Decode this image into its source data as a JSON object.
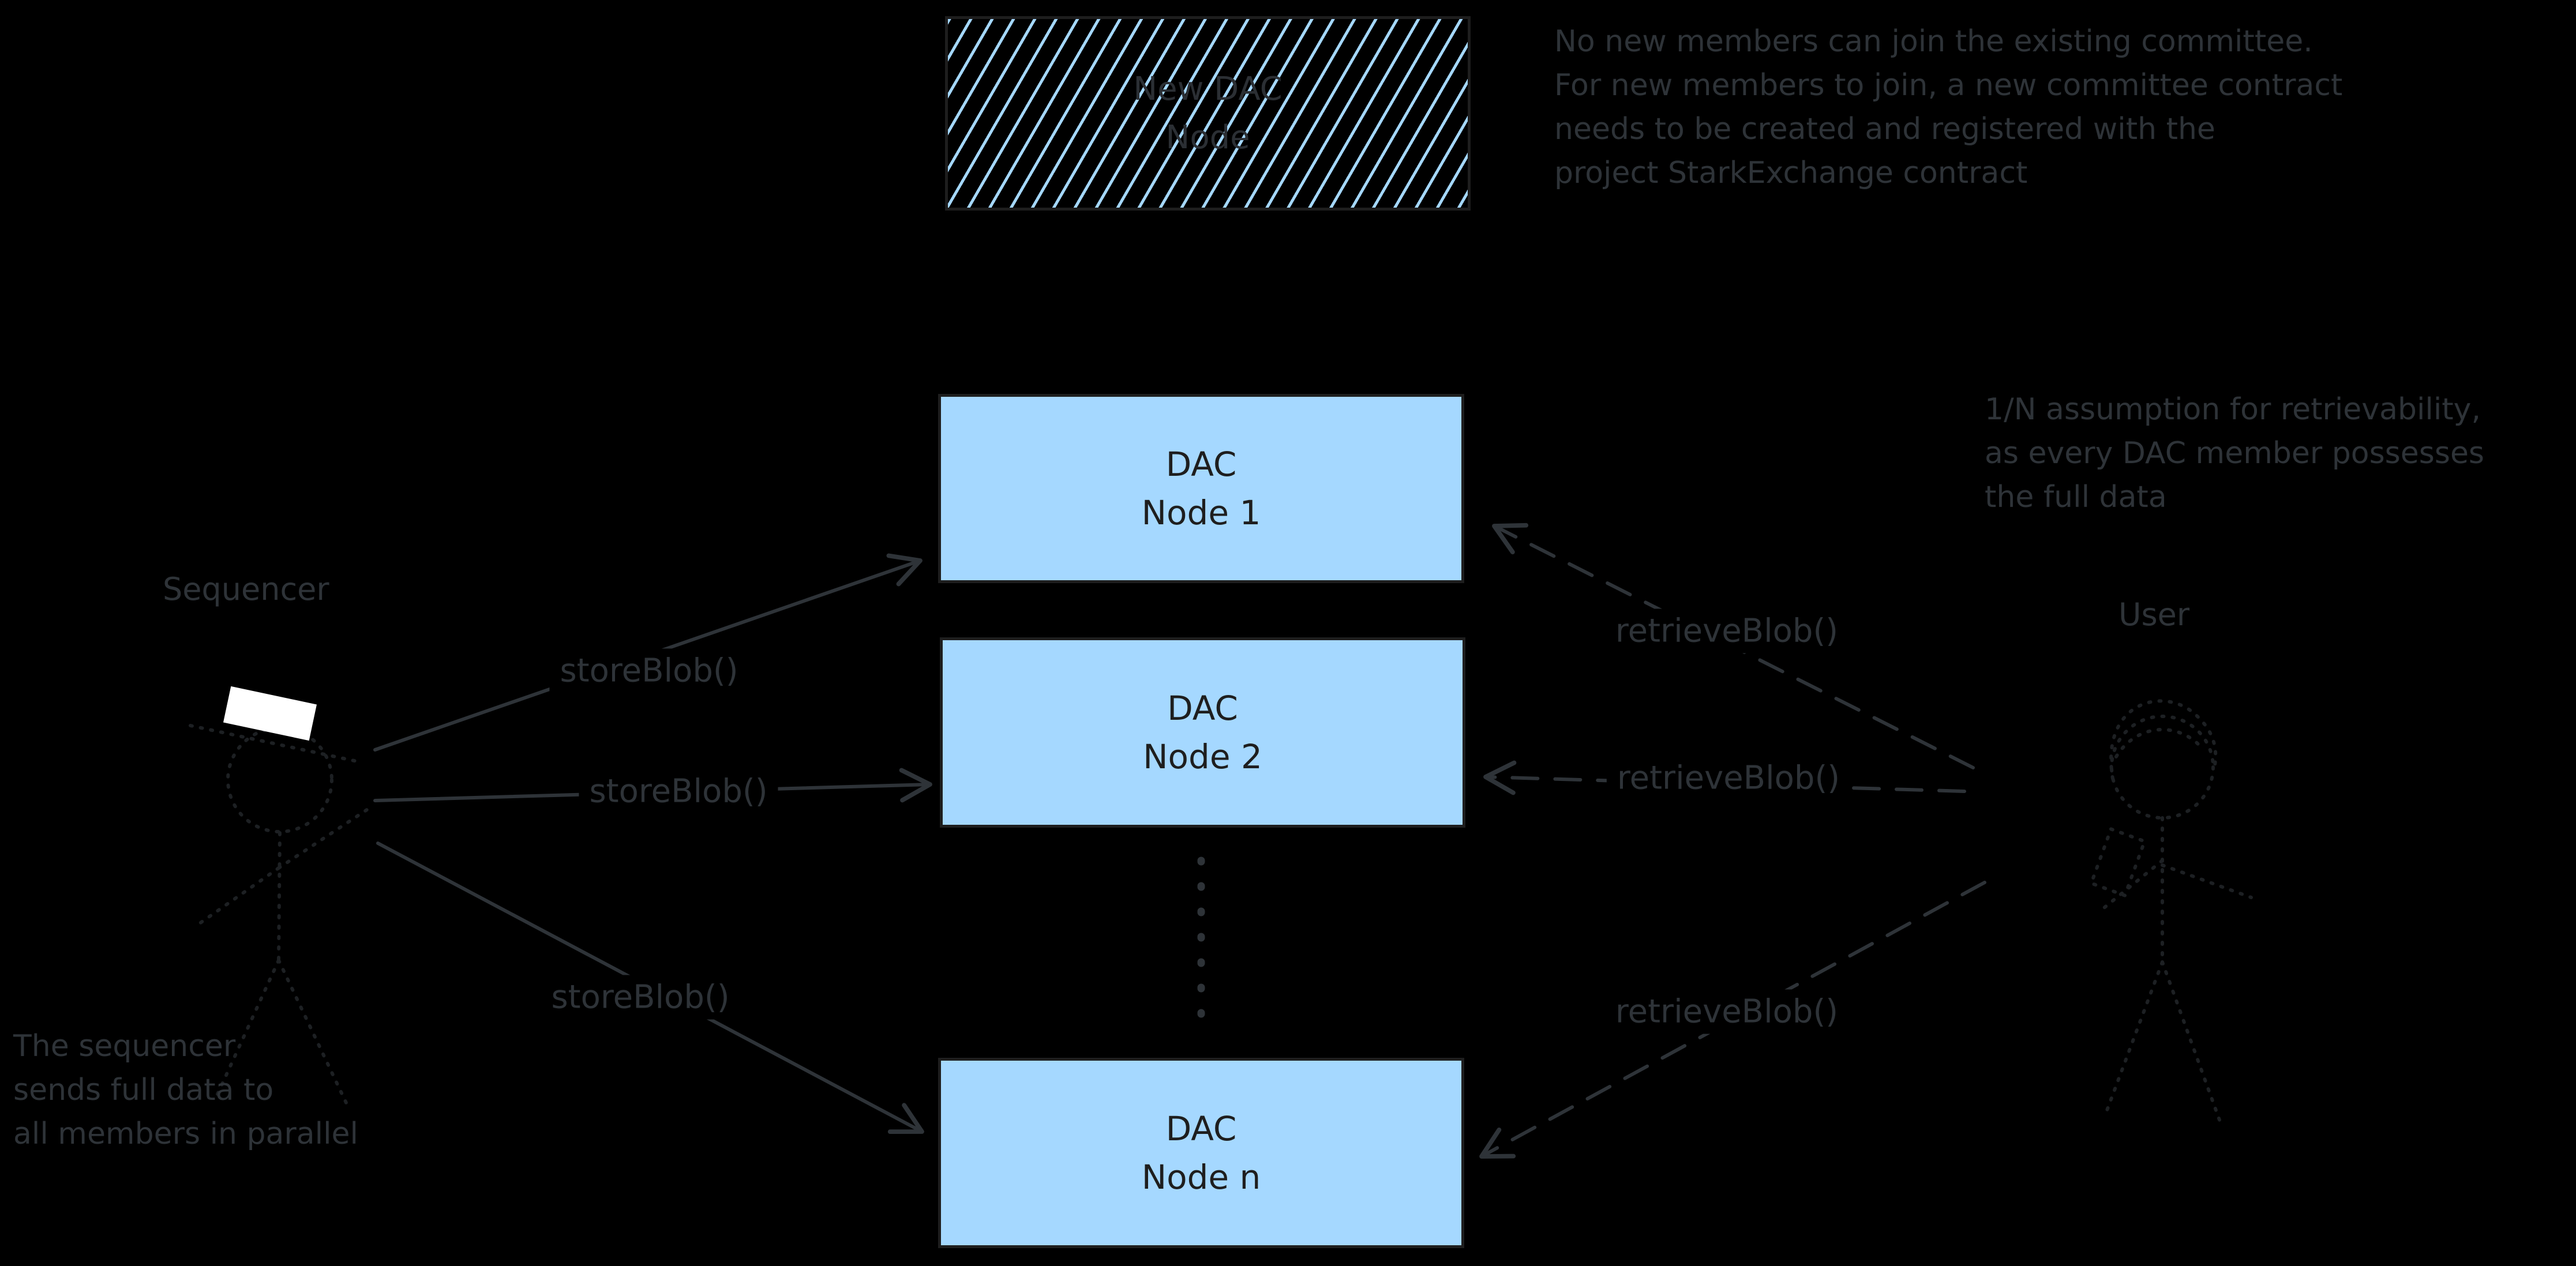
{
  "diagram": {
    "title_context": "DAC data availability committee diagram",
    "hatched_box": {
      "line1": "New DAC",
      "line2": "Node"
    },
    "nodes": [
      {
        "line1": "DAC",
        "line2": "Node 1"
      },
      {
        "line1": "DAC",
        "line2": "Node 2"
      },
      {
        "line1": "DAC",
        "line2": "Node n"
      }
    ],
    "actors": {
      "sequencer_label": "Sequencer",
      "user_label": "User"
    },
    "arrow_labels": {
      "store_blob": "storeBlob()",
      "retrieve_blob": "retrieveBlob()"
    },
    "notes": {
      "top_right": [
        "No new members can join the existing committee.",
        "For new members to join, a new committee contract",
        "needs to be created and registered with the",
        "project StarkExchange contract"
      ],
      "right": [
        "1/N assumption for retrievability,",
        "as every DAC member possesses",
        "the full data"
      ],
      "bottom_left": [
        "The sequencer",
        "sends full data to",
        "all members in parallel"
      ]
    },
    "colors": {
      "background": "#000000",
      "node_fill": "#a5d8ff",
      "node_border": "#1e1e1e",
      "node_text": "#1e1e1e",
      "hatch_line": "#a5d8ff",
      "annotation_text": "#2e3338",
      "arrow_stroke": "#2e3338",
      "figure_stroke": "#1d2023",
      "sequencer_hat_fill": "#ffffff"
    }
  }
}
